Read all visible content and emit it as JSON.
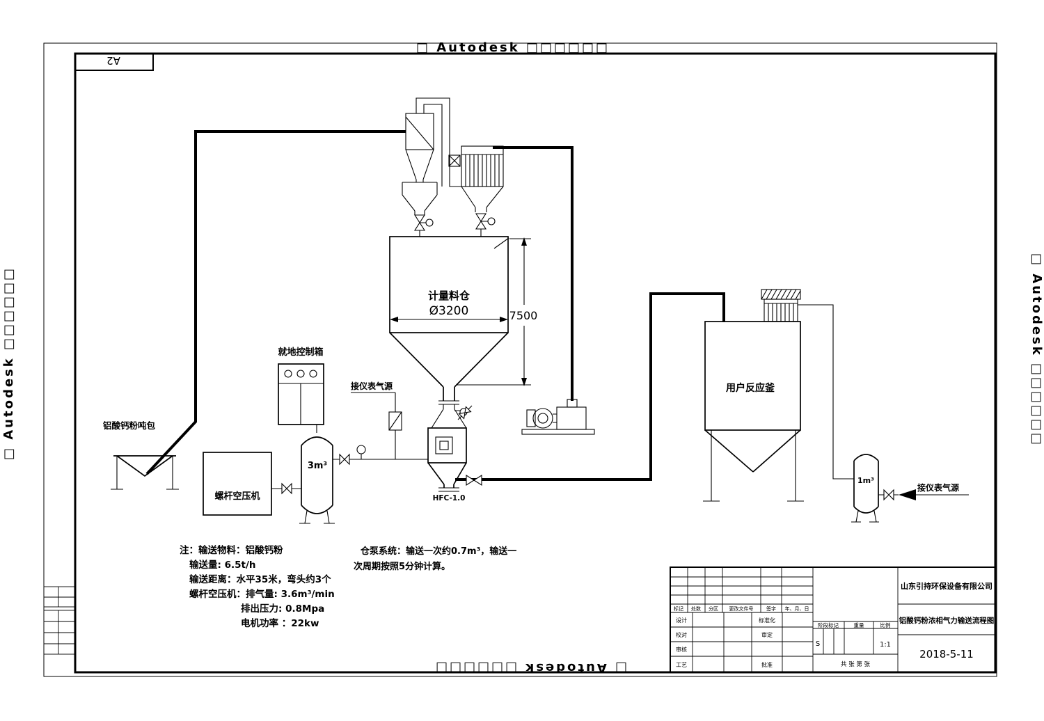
{
  "sheet": {
    "watermark_text": "□ Autodesk □□□□□□",
    "format_label": "A2"
  },
  "diagram": {
    "labels": {
      "ton_bag": "铝酸钙粉吨包",
      "control_box": "就地控制箱",
      "compressor": "螺杆空压机",
      "air_tank_capacity": "3m³",
      "instrument_air_left": "接仪表气源",
      "silo": "计量料仓",
      "silo_diameter": "Ø3200",
      "silo_height": "7500",
      "pump_model": "HFC-1.0",
      "reactor": "用户反应釜",
      "small_tank_capacity": "1m³",
      "instrument_air_right": "接仪表气源"
    },
    "notes_left": [
      "注：输送物料：铝酸钙粉",
      "输送量: 6.5t/h",
      "输送距离：水平35米，弯头约3个",
      "螺杆空压机：排气量: 3.6m³/min",
      "排出压力: 0.8Mpa",
      "电机功率 ：22kw"
    ],
    "notes_center": [
      "仓泵系统：输送一次约0.7m³，输送一",
      "次周期按照5分钟计算。"
    ]
  },
  "title_block": {
    "company": "山东引持环保设备有限公司",
    "drawing_title": "铝酸钙粉浓相气力输送流程图",
    "date": "2018-5-11",
    "stage_mark": "S",
    "scale_value": "1:1",
    "rev_headers": {
      "mark": "标记",
      "count": "处数",
      "zone": "分区",
      "change_doc": "更改文件号",
      "sign": "签字",
      "date": "年、月、日"
    },
    "sign_rows": {
      "design": "设计",
      "check": "校对",
      "review": "审核",
      "process": "工艺"
    },
    "mid_rows": {
      "standard": "标准化",
      "approve_check": "审定",
      "approve": "批准"
    },
    "stage_headers": {
      "stage": "阶段标记",
      "weight": "重量",
      "scale": "比例"
    },
    "sheet_count": "共  张  第  张"
  }
}
